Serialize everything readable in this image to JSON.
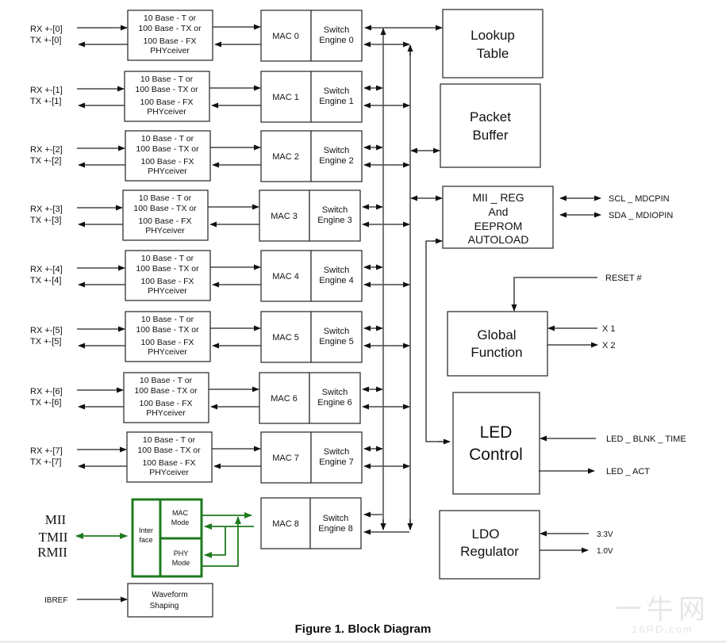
{
  "figure": {
    "caption": "Figure 1.   Block Diagram"
  },
  "ports": [
    {
      "rx": "RX +-[0]",
      "tx": "TX +-[0]"
    },
    {
      "rx": "RX +-[1]",
      "tx": "TX +-[1]"
    },
    {
      "rx": "RX +-[2]",
      "tx": "TX +-[2]"
    },
    {
      "rx": "RX +-[3]",
      "tx": "TX +-[3]"
    },
    {
      "rx": "RX +-[4]",
      "tx": "TX +-[4]"
    },
    {
      "rx": "RX +-[5]",
      "tx": "TX +-[5]"
    },
    {
      "rx": "RX +-[6]",
      "tx": "TX +-[6]"
    },
    {
      "rx": "RX +-[7]",
      "tx": "TX +-[7]"
    }
  ],
  "phy": {
    "lines": [
      "10 Base - T or",
      "100  Base - TX or",
      "100  Base - FX",
      "PHYceiver"
    ]
  },
  "macs": [
    "MAC 0",
    "MAC 1",
    "MAC 2",
    "MAC 3",
    "MAC 4",
    "MAC 5",
    "MAC 6",
    "MAC 7",
    "MAC 8"
  ],
  "switch_engines": [
    {
      "line1": "Switch",
      "line2": "Engine  0"
    },
    {
      "line1": "Switch",
      "line2": "Engine  1"
    },
    {
      "line1": "Switch",
      "line2": "Engine  2"
    },
    {
      "line1": "Switch",
      "line2": "Engine  3"
    },
    {
      "line1": "Switch",
      "line2": "Engine  4"
    },
    {
      "line1": "Switch",
      "line2": "Engine  5"
    },
    {
      "line1": "Switch",
      "line2": "Engine  6"
    },
    {
      "line1": "Switch",
      "line2": "Engine  7"
    },
    {
      "line1": "Switch",
      "line2": "Engine 8"
    }
  ],
  "mii_port": {
    "labels": [
      "MII",
      "TMII",
      "RMII"
    ],
    "interface": [
      "Inter",
      "face"
    ],
    "mac_mode": [
      "MAC",
      "Mode"
    ],
    "phy_mode": [
      "PHY",
      "Mode"
    ],
    "accent_color": "#1f7a1f"
  },
  "waveform": {
    "input": "IBREF",
    "lines": [
      "Waveform",
      "Shaping"
    ]
  },
  "lookup_table": {
    "lines": [
      "Lookup",
      "Table"
    ]
  },
  "packet_buffer": {
    "lines": [
      "Packet",
      "Buffer"
    ]
  },
  "mii_reg": {
    "lines": [
      "MII _ REG",
      "And",
      "EEPROM",
      "AUTOLOAD"
    ],
    "signals": [
      "SCL _ MDCPIN",
      "SDA _ MDIOPIN"
    ]
  },
  "global_function": {
    "lines": [
      "Global",
      "Function"
    ],
    "reset": "RESET #",
    "x1": "X 1",
    "x2": "X 2"
  },
  "led_control": {
    "lines": [
      "LED",
      "Control"
    ],
    "blink": "LED _ BLNK _ TIME",
    "act": "LED _ ACT"
  },
  "ldo": {
    "lines": [
      "LDO",
      "Regulator"
    ],
    "vin": "3.3V",
    "vout": "1.0V"
  },
  "watermark": {
    "big": "一牛网",
    "small": "16RD.com"
  }
}
